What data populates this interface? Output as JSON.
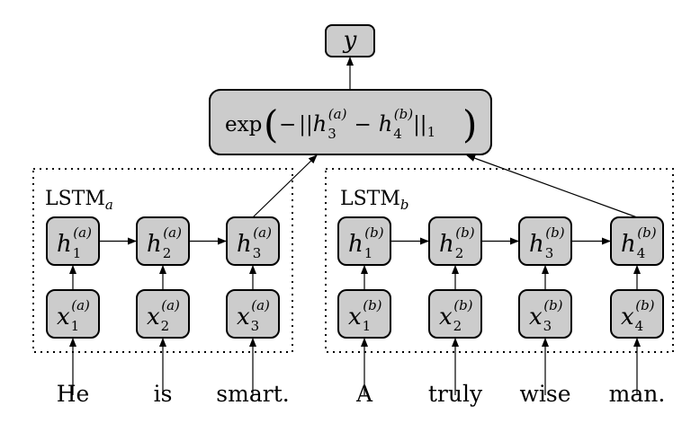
{
  "output": {
    "label": "y"
  },
  "similarity": {
    "func": "exp",
    "minus_sign": "−",
    "norm_open": "||",
    "left_var": "h",
    "left_index": "3",
    "left_sup": "(a)",
    "minus": "−",
    "right_var": "h",
    "right_index": "4",
    "right_sup": "(b)",
    "norm_close": "||",
    "norm_sub": "1"
  },
  "lstm_a": {
    "label": "LSTM",
    "subscript": "a",
    "hidden": [
      {
        "var": "h",
        "index": "1",
        "sup": "(a)"
      },
      {
        "var": "h",
        "index": "2",
        "sup": "(a)"
      },
      {
        "var": "h",
        "index": "3",
        "sup": "(a)"
      }
    ],
    "inputs": [
      {
        "var": "x",
        "index": "1",
        "sup": "(a)"
      },
      {
        "var": "x",
        "index": "2",
        "sup": "(a)"
      },
      {
        "var": "x",
        "index": "3",
        "sup": "(a)"
      }
    ],
    "words": [
      "He",
      "is",
      "smart."
    ]
  },
  "lstm_b": {
    "label": "LSTM",
    "subscript": "b",
    "hidden": [
      {
        "var": "h",
        "index": "1",
        "sup": "(b)"
      },
      {
        "var": "h",
        "index": "2",
        "sup": "(b)"
      },
      {
        "var": "h",
        "index": "3",
        "sup": "(b)"
      },
      {
        "var": "h",
        "index": "4",
        "sup": "(b)"
      }
    ],
    "inputs": [
      {
        "var": "x",
        "index": "1",
        "sup": "(b)"
      },
      {
        "var": "x",
        "index": "2",
        "sup": "(b)"
      },
      {
        "var": "x",
        "index": "3",
        "sup": "(b)"
      },
      {
        "var": "x",
        "index": "4",
        "sup": "(b)"
      }
    ],
    "words": [
      "A",
      "truly",
      "wise",
      "man."
    ]
  }
}
